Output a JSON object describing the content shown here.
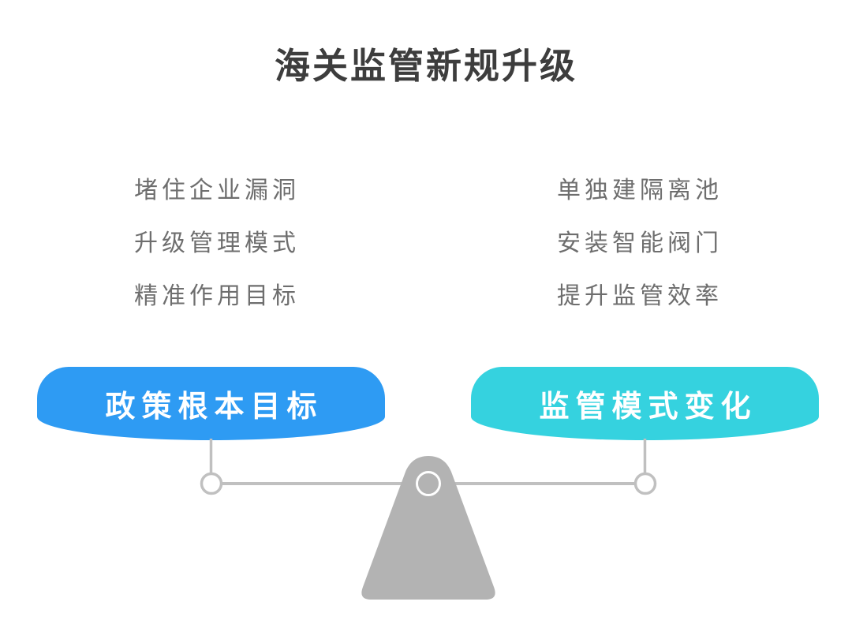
{
  "title": "海关监管新规升级",
  "left_column": {
    "items": [
      "堵住企业漏洞",
      "升级管理模式",
      "精准作用目标"
    ]
  },
  "right_column": {
    "items": [
      "单独建隔离池",
      "安装智能阀门",
      "提升监管效率"
    ]
  },
  "left_pill": {
    "label": "政策根本目标"
  },
  "right_pill": {
    "label": "监管模式变化"
  },
  "colors": {
    "background": "#ffffff",
    "title_text": "#3d3d3d",
    "list_text": "#6e6e6e",
    "pill_blue": "#2e9bf3",
    "pill_cyan": "#35d2df",
    "pill_text": "#ffffff",
    "line_gray": "#c0c0c0",
    "triangle_gray": "#b3b3b3"
  }
}
